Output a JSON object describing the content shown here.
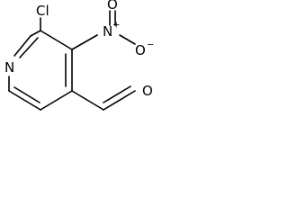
{
  "molecule": {
    "atoms": {
      "chlorine": "Cl",
      "ring_nitrogen": "N",
      "nitro_nitrogen": "N",
      "nitro_nitrogen_charge": "+",
      "nitro_oxygen": "O",
      "nitro_oxygen_charge": "−",
      "aldehyde_oxygen": "O"
    }
  }
}
